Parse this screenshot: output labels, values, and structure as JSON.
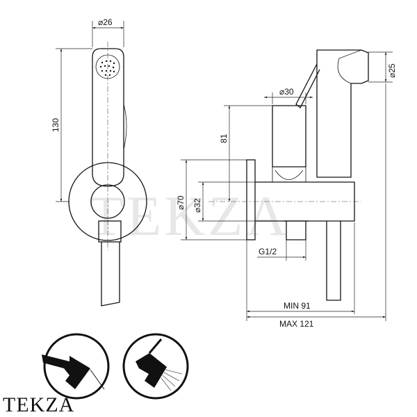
{
  "drawing": {
    "dimensions": {
      "head_diameter": "⌀26",
      "height": "130",
      "nozzle_diameter": "⌀25",
      "valve_diameter": "⌀30",
      "valve_height": "81",
      "rosette_diameter": "⌀70",
      "body_diameter": "⌀32",
      "thread": "G1/2",
      "min_depth": "MIN 91",
      "max_depth": "MAX 121"
    },
    "watermark": "TEKZA",
    "logo": "TEKZA"
  }
}
